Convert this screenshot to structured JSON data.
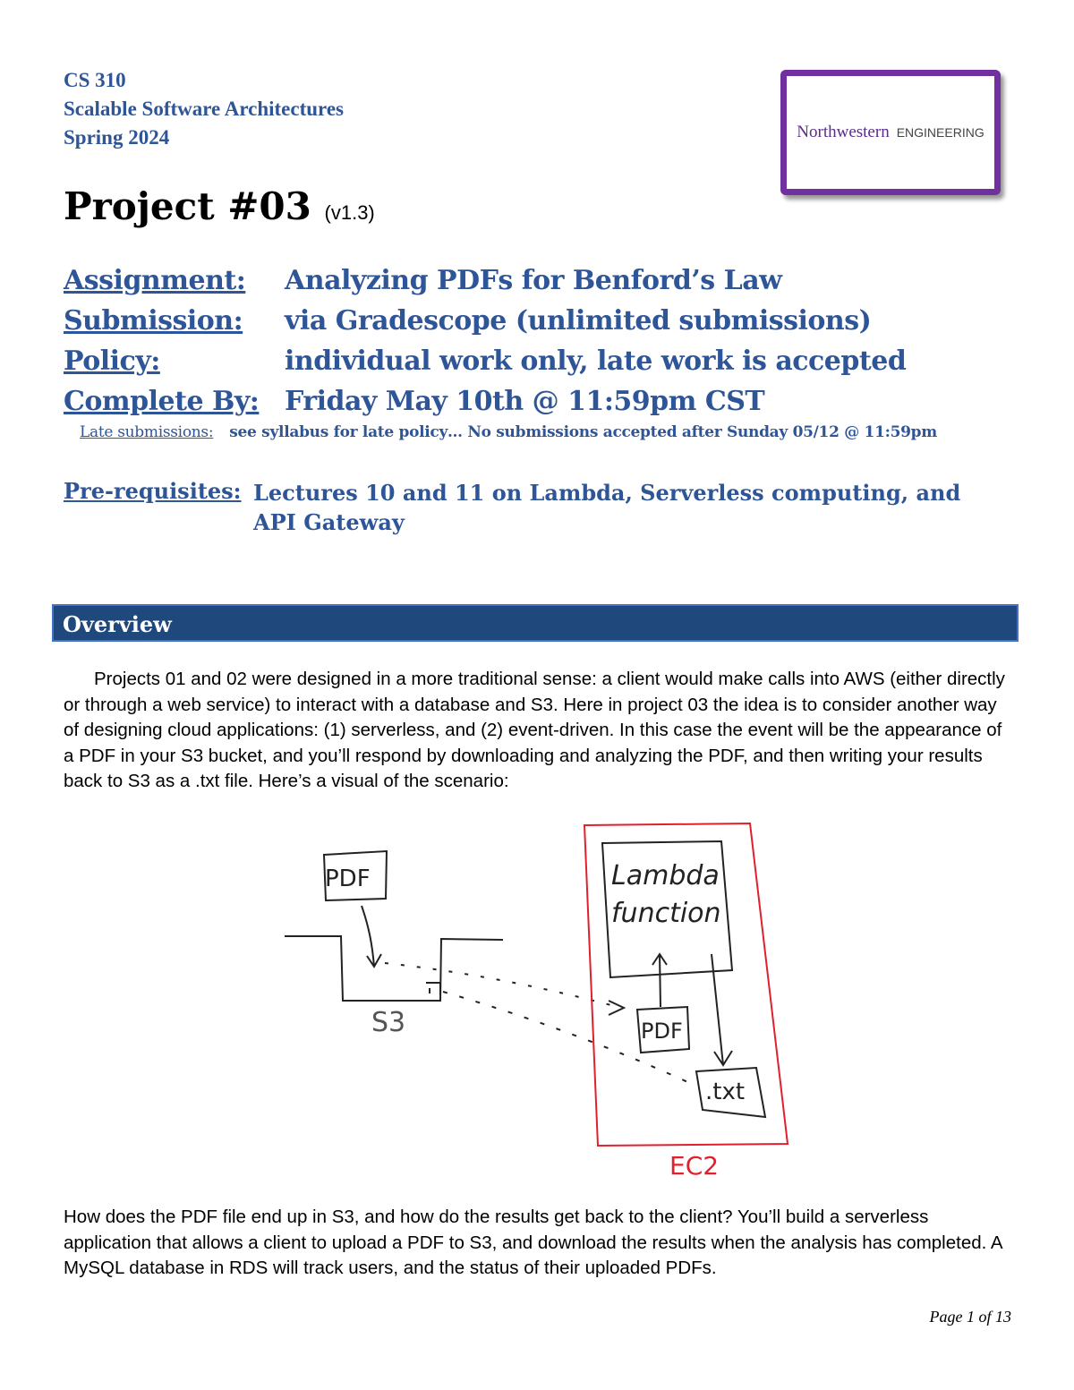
{
  "header": {
    "course": "CS 310",
    "course_name": "Scalable Software Architectures",
    "term": "Spring 2024",
    "logo_text": "Northwestern ENGINEERING",
    "logo_color": "#7030A0"
  },
  "title": {
    "main": "Project #03",
    "version": "(v1.3)"
  },
  "details": [
    {
      "key": "Assignment:",
      "value": "Analyzing PDFs for Benford’s Law"
    },
    {
      "key": "Submission:",
      "value": "via Gradescope (unlimited submissions)"
    },
    {
      "key": "Policy:",
      "value": "individual work only, late work is accepted"
    },
    {
      "key": "Complete By:",
      "value": "Friday May 10th @ 11:59pm CST"
    }
  ],
  "late": {
    "key": "Late submissions:",
    "value": "see syllabus for late policy… No submissions accepted after Sunday 05/12 @ 11:59pm"
  },
  "prereq": {
    "key": "Pre-requisites:",
    "value": "Lectures 10 and 11 on Lambda, Serverless computing, and API Gateway"
  },
  "section": {
    "title": "Overview",
    "color": "#1F497D"
  },
  "paragraphs": [
    "Projects 01 and 02 were designed in a more traditional sense: a client would make calls into AWS (either directly or through a web service) to interact with a database and S3. Here in project 03 the idea is to consider another way of designing cloud applications: (1) serverless, and (2) event-driven. In this case the event will be the appearance of a PDF in your S3 bucket, and you’ll respond by downloading and analyzing the PDF, and then writing your results back to S3 as a .txt file. Here’s a visual of the scenario:",
    "How does the PDF file end up in S3, and how do the results get back to the client? You’ll build a serverless application that allows a client to upload a PDF to S3, and download the results when the analysis has completed. A MySQL database in RDS will track users, and the status of their uploaded PDFs."
  ],
  "diagram": {
    "pdf1": "PDF",
    "s3": "S3",
    "lambda1": "Lambda",
    "lambda2": "function",
    "pdf2": "PDF",
    "txt": ".txt",
    "ec2": "EC2"
  },
  "footer": {
    "page": "Page 1 of 13"
  }
}
